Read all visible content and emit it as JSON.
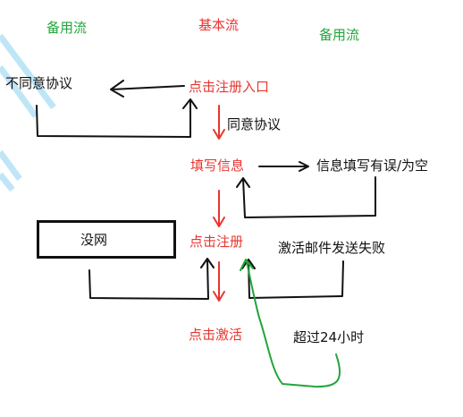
{
  "header": {
    "alt_flow_left": "备用流",
    "basic_flow": "基本流",
    "alt_flow_right": "备用流"
  },
  "nodes": {
    "register_entry": "点击注册入口",
    "fill_info": "填写信息",
    "click_register": "点击注册",
    "click_activate": "点击激活"
  },
  "alt_labels": {
    "disagree": "不同意协议",
    "agree": "同意协议",
    "info_error": "信息填写有误/为空",
    "no_network": "没网",
    "email_failed": "激活邮件发送失败",
    "over_24h": "超过24小时"
  },
  "colors": {
    "basic": "#e8352f",
    "alt_heading": "#22a53c",
    "stroke": "#111111",
    "timeout_stroke": "#22a53c",
    "deco": "#bfe6f7"
  }
}
